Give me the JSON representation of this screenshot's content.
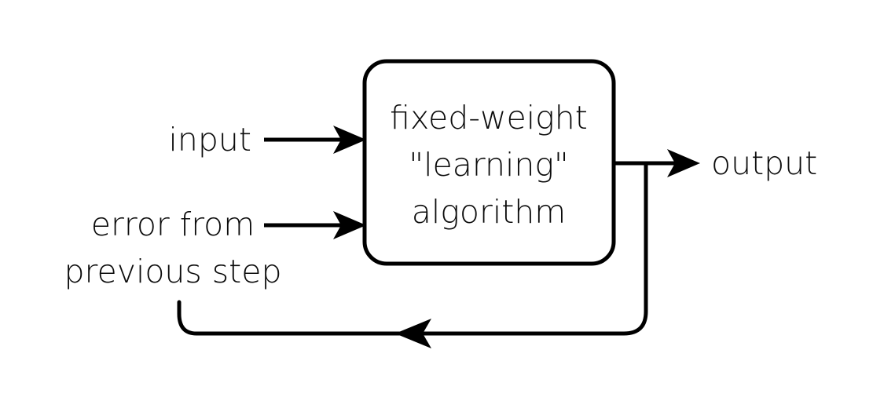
{
  "diagram": {
    "title": "fixed-weight learning algorithm with error feedback loop",
    "background_color": "#ffffff",
    "stroke_color": "#000000",
    "text_color": "#0b0b0b",
    "stroke_width": 5
  },
  "process_box": {
    "name": "fixed-weight-learning-algorithm",
    "corner_radius": 28,
    "lines": [
      "fixed-weight",
      "\"learning\"",
      "algorithm"
    ],
    "line_1": "fixed-weight",
    "line_2": "\"learning\"",
    "line_3": "algorithm"
  },
  "inputs": [
    {
      "id": "input",
      "label": "input",
      "lines": [
        "input"
      ]
    },
    {
      "id": "error-from-previous-step",
      "label": "error from previous step",
      "lines": [
        "error from",
        "previous step"
      ],
      "line_1": "error from",
      "line_2": "previous step"
    }
  ],
  "input_label_1": "input",
  "error_label_line_1": "error from",
  "error_label_line_2": "previous step",
  "outputs": [
    {
      "id": "output",
      "label": "output"
    }
  ],
  "output_label": "output",
  "edges": [
    {
      "id": "input-to-box",
      "from": "input",
      "to": "fixed-weight-learning-algorithm",
      "arrow": "right"
    },
    {
      "id": "error-to-box",
      "from": "error-from-previous-step",
      "to": "fixed-weight-learning-algorithm",
      "arrow": "right"
    },
    {
      "id": "box-to-output",
      "from": "fixed-weight-learning-algorithm",
      "to": "output",
      "arrow": "right"
    },
    {
      "id": "feedback-loop",
      "from": "output-junction",
      "to": "error-from-previous-step",
      "arrow": "left"
    }
  ]
}
